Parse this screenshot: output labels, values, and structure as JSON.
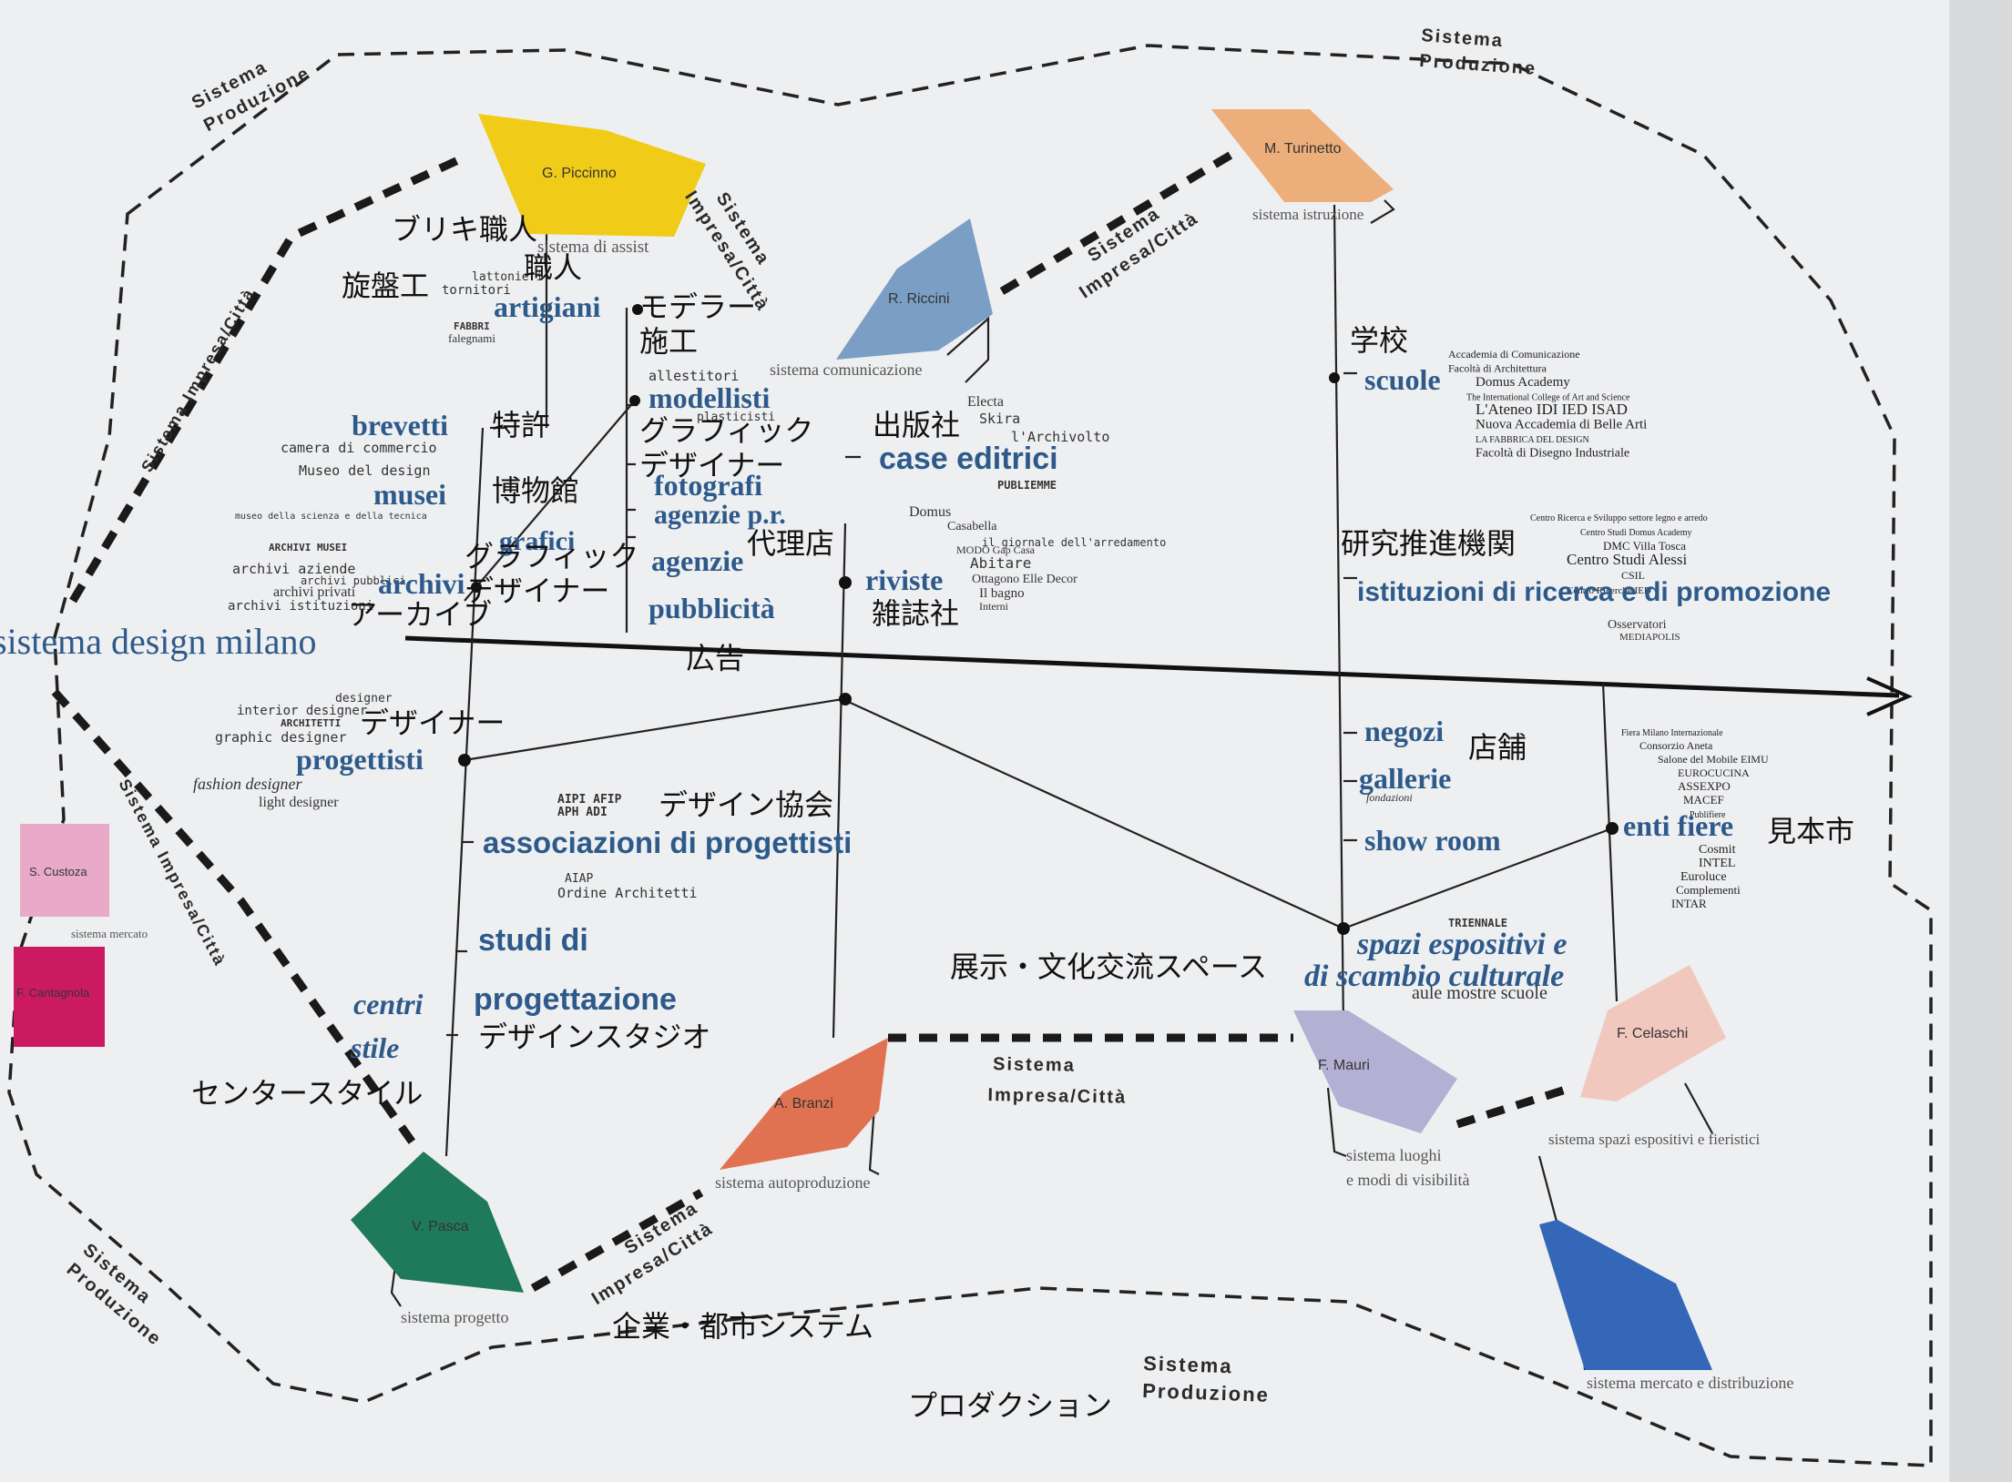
{
  "colors": {
    "yellow": "#f0cc18",
    "orange": "#ecae7a",
    "steel_blue": "#7b9ec4",
    "green": "#1f7a5c",
    "red_orange": "#e07252",
    "lavender": "#b4b0d4",
    "peach": "#f0c8be",
    "blue": "#3467b8",
    "pink": "#e8aac8",
    "magenta": "#cc1a62",
    "title_blue": "#2d5a8a"
  },
  "title": "sistema design milano",
  "system_labels": {
    "produzione_tl": [
      "Sistema",
      "Produzione"
    ],
    "produzione_tr": [
      "Sistema",
      "Produzione"
    ],
    "produzione_bl": [
      "Sistema",
      "Produzione"
    ],
    "produzione_bottom": [
      "Sistema",
      "Produzione"
    ],
    "impresa_top_mid": [
      "Sistema",
      "Impresa/Città"
    ],
    "impresa_top_right": [
      "Sistema",
      "Impresa/Città"
    ],
    "impresa_left_top": "Sistema Impresa/Città",
    "impresa_left_bottom": "Sistema Impresa/Città",
    "impresa_bottom_mid": [
      "Sistema",
      "Impresa/Città"
    ],
    "impresa_bottom_center": [
      "Sistema",
      "Impresa/Città"
    ]
  },
  "shapes": {
    "piccinno": {
      "name": "G. Piccinno",
      "sub": "sistema di assist"
    },
    "riccini": {
      "name": "R. Riccini",
      "sub": "sistema comunicazione"
    },
    "turinetto": {
      "name": "M. Turinetto",
      "sub": "sistema istruzione"
    },
    "pasca": {
      "name": "V. Pasca",
      "sub": "sistema progetto"
    },
    "branzi": {
      "name": "A. Branzi",
      "sub": "sistema autoproduzione"
    },
    "mauri": {
      "name": "F. Mauri",
      "sub1": "sistema luoghi",
      "sub2": "e modi di visibilità"
    },
    "celaschi": {
      "name": "F. Celaschi",
      "sub": "sistema spazi espositivi e fieristici"
    },
    "mercato": {
      "name": "",
      "sub": "sistema mercato e distribuzione"
    },
    "custoza": {
      "name": "S. Custoza",
      "sub": "sistema mercato"
    },
    "cantagnola": {
      "name": "F. Cantagnola"
    }
  },
  "nodes": {
    "artigiani": "artigiani",
    "lattonieri": "lattonieri",
    "tornitori": "tornitori",
    "fabbri": "FABBRI",
    "falegnami": "falegnami",
    "modellisti": "modellisti",
    "allestitori": "allestitori",
    "plasticisti": "plasticisti",
    "fotografi": "fotografi",
    "agenzie_pr": "agenzie p.r.",
    "agenzie_pubblicita_1": "agenzie",
    "agenzie_pubblicita_2": "pubblicità",
    "brevetti": "brevetti",
    "camera_commercio": "camera di commercio",
    "museo_design": "Museo del design",
    "musei": "musei",
    "museo_scienza": "museo della scienza e della tecnica",
    "grafici": "grafici",
    "archivi_musei": "ARCHIVI MUSEI",
    "archivi_aziende": "archivi aziende",
    "archivi_pubblici": "archivi pubblici",
    "archivi_privati": "archivi privati",
    "archivi_istituzioni": "archivi istituzioni",
    "archivi": "archivi",
    "case_editrici": "case editrici",
    "electa": "Electa",
    "skira": "Skira",
    "archivolto": "l'Archivolto",
    "publiemme": "PUBLIEMME",
    "domus": "Domus",
    "casabella": "Casabella",
    "giornale": "il giornale dell'arredamento",
    "modo": "MODO Gap Casa",
    "abitare": "Abitare",
    "ottagono": "Ottagono Elle Decor",
    "il_bagno": "Il bagno",
    "interni": "Interni",
    "riviste": "riviste",
    "scuole": "scuole",
    "school_list": [
      "Accademia di Comunicazione",
      "Facoltà di Architettura",
      "Domus Academy",
      "The International College of Art and Science",
      "L'Ateneo IDI  IED  ISAD",
      "Nuova Accademia di Belle Arti",
      "LA FABBRICA DEL DESIGN",
      "Facoltà di Disegno Industriale"
    ],
    "ricerca_list": [
      "Centro Ricerca e Sviluppo settore legno e arredo",
      "Centro Studi Domus Academy",
      "DMC Villa Tosca",
      "Centro Studi Alessi",
      "CSIL",
      "Centro Ricerche IED"
    ],
    "istituzioni": "istituzioni di ricerca e di promozione",
    "osservatori": "Osservatori",
    "mediapolis": "MEDIAPOLIS",
    "designer": "designer",
    "interior_designer": "interior designer",
    "architetti": "ARCHITETTI",
    "graphic_designer": "graphic designer",
    "progettisti": "progettisti",
    "fashion_designer": "fashion designer",
    "light_designer": "light designer",
    "aipi": "AIPI AFIP",
    "aph": "APH ADI",
    "associazioni": "associazioni di progettisti",
    "aiap": "AIAP",
    "ordine": "Ordine Architetti",
    "studi_di": "studi di",
    "progettazione": "progettazione",
    "centri": "centri",
    "stile": "stile",
    "negozi": "negozi",
    "gallerie": "gallerie",
    "fondazioni": "fondazioni",
    "show_room": "show room",
    "fiere_list": [
      "Fiera Milano Internazionale",
      "Consorzio Aneta",
      "Salone del Mobile EIMU",
      "EUROCUCINA",
      "ASSEXPO",
      "MACEF",
      "Publifiere"
    ],
    "enti_fiere": "enti fiere",
    "fiere_list2": [
      "Cosmit",
      "INTEL",
      "Euroluce",
      "Complementi",
      "INTAR"
    ],
    "triennale": "TRIENNALE",
    "spazi_1": "spazi espositivi e",
    "spazi_2": "di scambio culturale",
    "aule": "aule mostre scuole"
  },
  "japanese": {
    "buriki": "ブリキ職人",
    "shokunin": "職人",
    "senbanko": "旋盤工",
    "modeler": "モデラー",
    "seko": "施工",
    "tokkyo": "特許",
    "graphic_designer_1": "グラフィック",
    "graphic_designer_2": "デザイナー",
    "hakubutsukan": "博物館",
    "graphic_designer_b1": "グラフィック",
    "graphic_designer_b2": "デザイナー",
    "archive": "アーカイブ",
    "shuppansha": "出版社",
    "dairiten": "代理店",
    "zasshisha": "雑誌社",
    "kokoku": "広告",
    "gakko": "学校",
    "kenkyu": "研究推進機関",
    "designer": "デザイナー",
    "design_kyokai": "デザイン協会",
    "tenpo": "店舗",
    "mihonichi": "見本市",
    "tenji": "展示・文化交流スペース",
    "design_studio": "デザインスタジオ",
    "center_style": "センタースタイル",
    "kigyo": "企業・都市システム",
    "production": "プロダクション"
  }
}
